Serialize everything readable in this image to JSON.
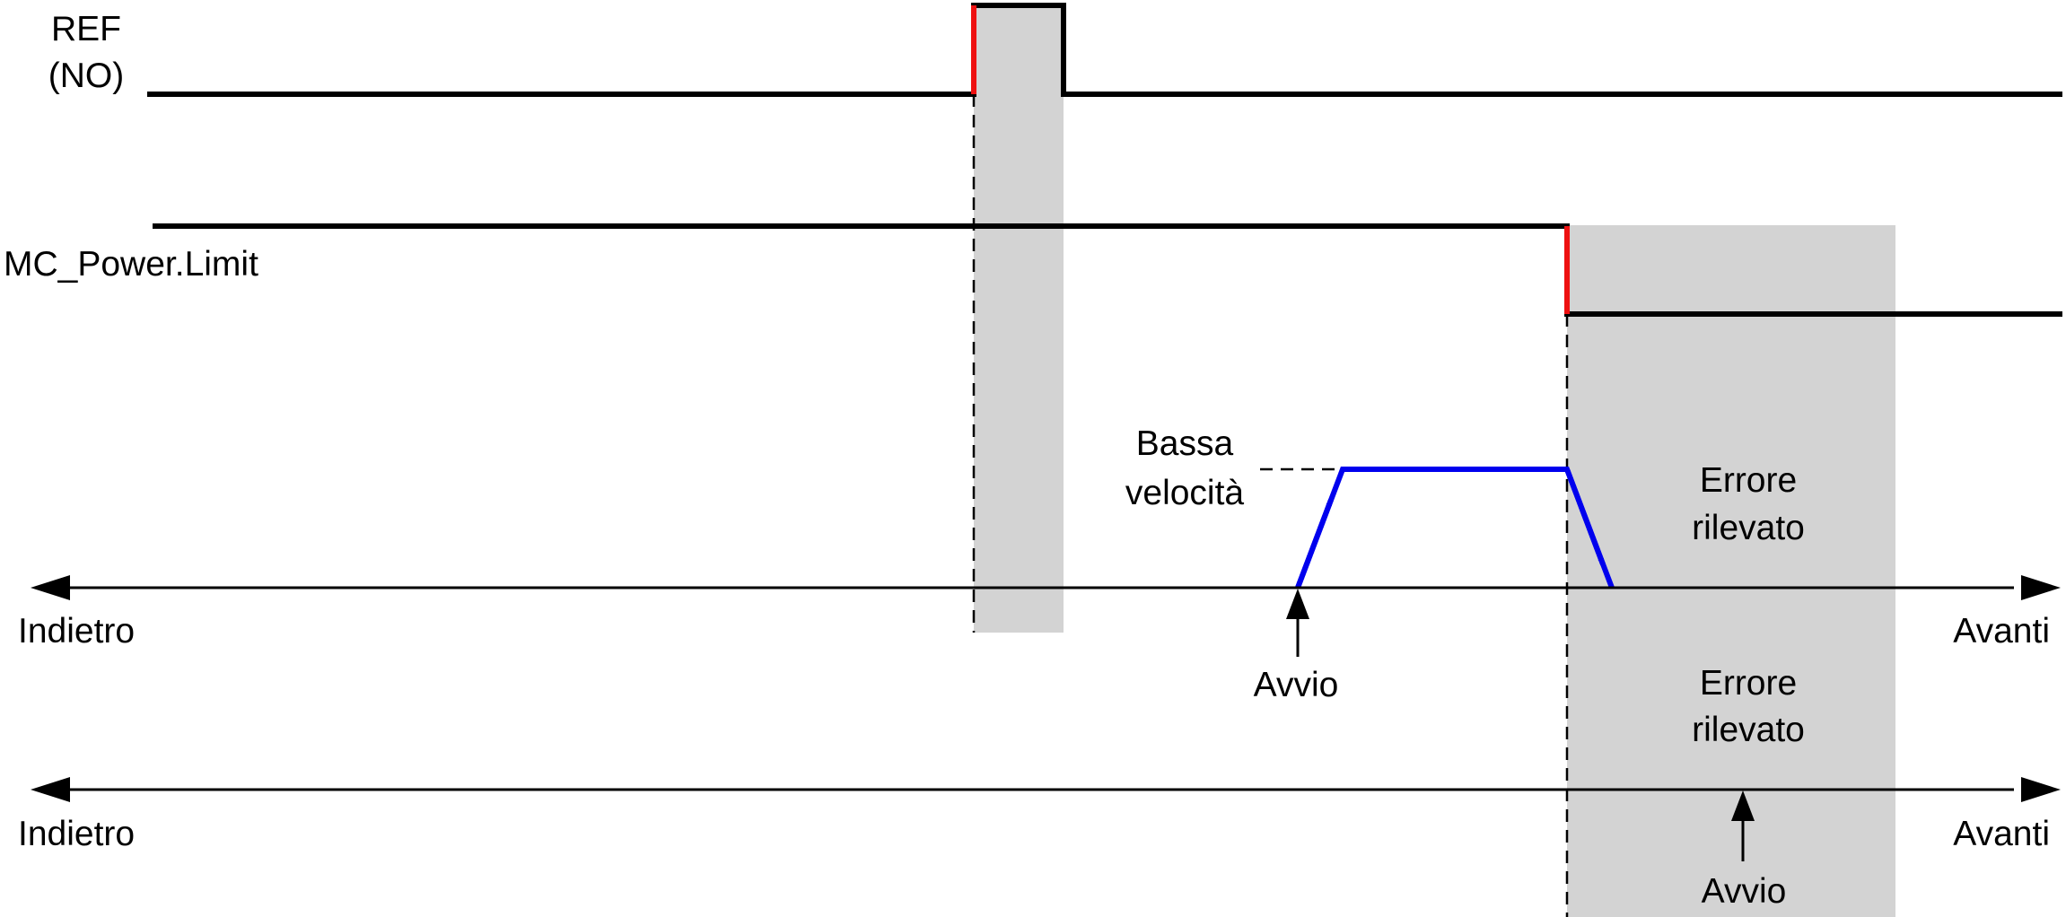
{
  "signals": {
    "ref": {
      "label_line1": "REF",
      "label_line2": "(NO)"
    },
    "limit": {
      "label": "MC_Power.Limit"
    }
  },
  "speed": {
    "label_line1": "Bassa",
    "label_line2": "velocità"
  },
  "error": {
    "label_line1": "Errore",
    "label_line2": "rilevato"
  },
  "axis": {
    "backward": "Indietro",
    "forward": "Avanti"
  },
  "start": {
    "label": "Avvio"
  },
  "colors": {
    "signal": "#000000",
    "edge": "#ee1111",
    "motion": "#0000ee",
    "shade": "#d3d3d3"
  }
}
